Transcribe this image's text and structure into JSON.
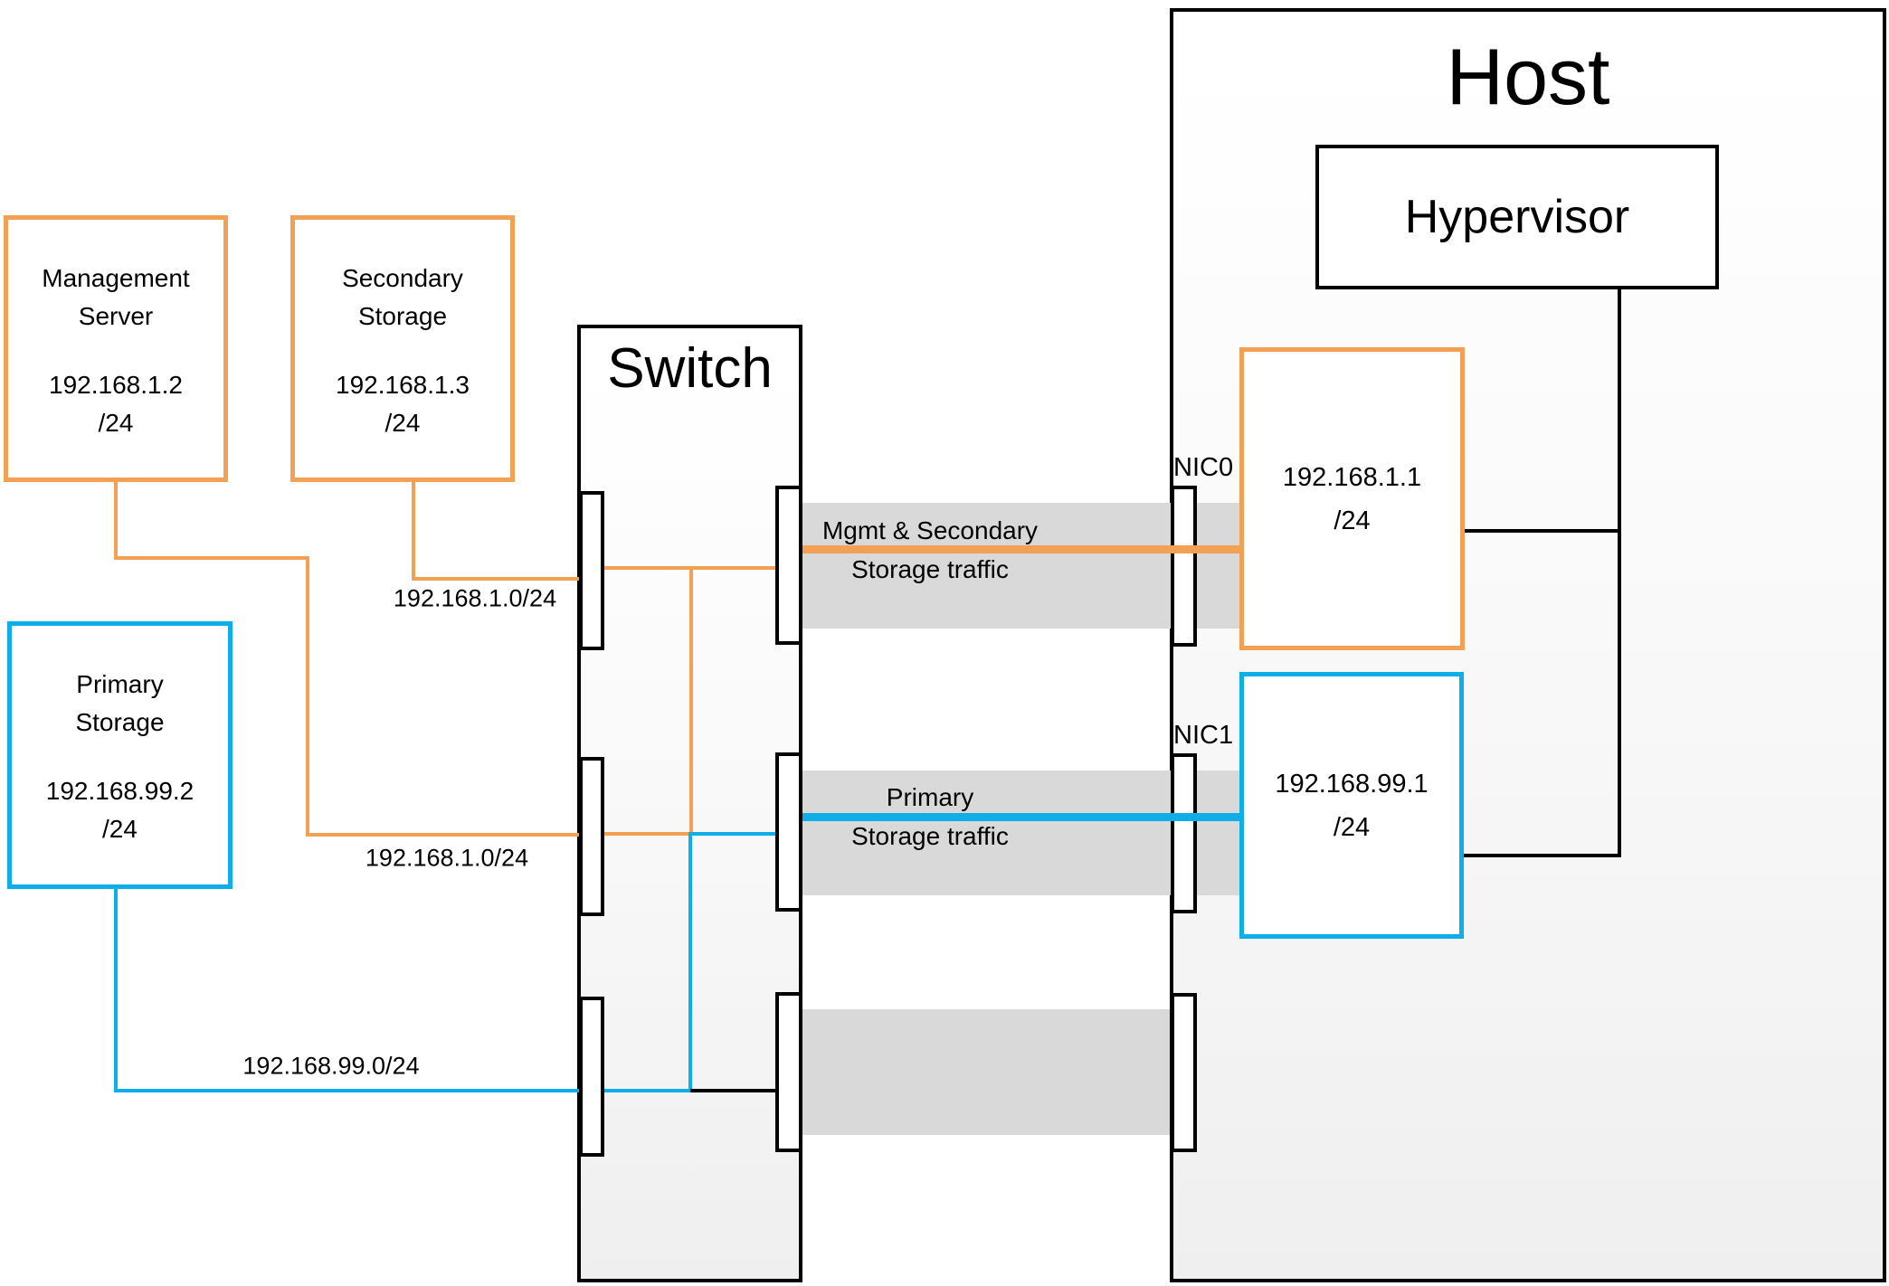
{
  "nodes": {
    "management_server": {
      "label": "Management Server",
      "ip": "192.168.1.2",
      "cidr": "/24"
    },
    "secondary_storage": {
      "label": "Secondary Storage",
      "ip": "192.168.1.3",
      "cidr": "/24"
    },
    "primary_storage": {
      "label": "Primary Storage",
      "ip": "192.168.99.2",
      "cidr": "/24"
    },
    "switch": {
      "label": "Switch"
    },
    "host": {
      "label": "Host"
    },
    "hypervisor": {
      "label": "Hypervisor"
    },
    "nic0": {
      "label": "NIC0",
      "ip": "192.168.1.1",
      "cidr": "/24"
    },
    "nic1": {
      "label": "NIC1",
      "ip": "192.168.99.1",
      "cidr": "/24"
    }
  },
  "network_labels": {
    "secondary_link": "192.168.1.0/24",
    "management_link": "192.168.1.0/24",
    "primary_link": "192.168.99.0/24"
  },
  "traffic_bands": {
    "mgmt_line1": "Mgmt & Secondary",
    "mgmt_line2": "Storage traffic",
    "primary_line1": "Primary",
    "primary_line2": "Storage traffic"
  },
  "colors": {
    "orange": "#F2A054",
    "blue": "#0FAEE8",
    "band_gray": "#D9D9D9",
    "black": "#000000"
  }
}
